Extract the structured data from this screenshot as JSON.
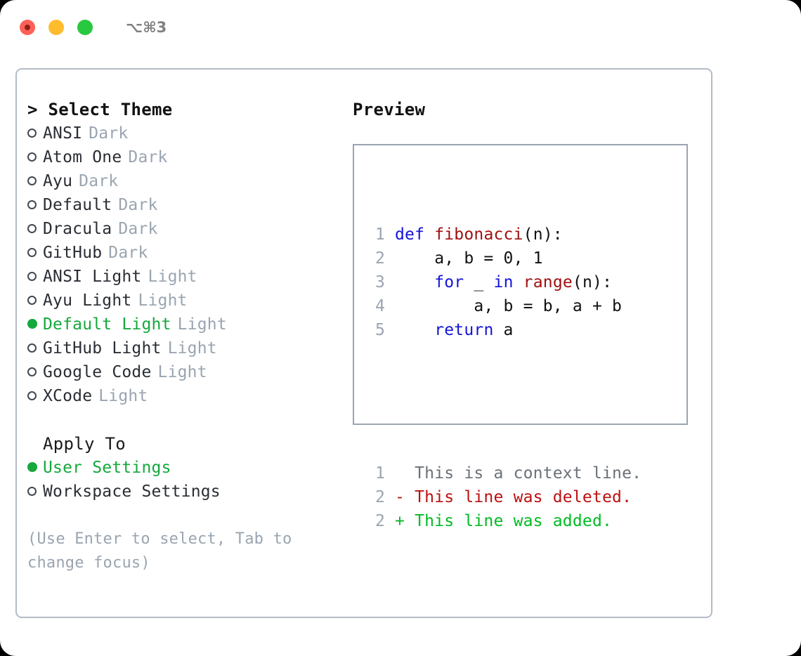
{
  "titlebar": {
    "shortcut": "⌥⌘3",
    "lights": [
      "close-light",
      "minimize-light",
      "maximize-light"
    ]
  },
  "theme_section": {
    "header": "> Select Theme",
    "options": [
      {
        "bullet": "o",
        "name": "ANSI",
        "kind": "Dark",
        "selected": false
      },
      {
        "bullet": "o",
        "name": "Atom One",
        "kind": "Dark",
        "selected": false
      },
      {
        "bullet": "o",
        "name": "Ayu",
        "kind": "Dark",
        "selected": false
      },
      {
        "bullet": "o",
        "name": "Default",
        "kind": "Dark",
        "selected": false
      },
      {
        "bullet": "o",
        "name": "Dracula",
        "kind": "Dark",
        "selected": false
      },
      {
        "bullet": "o",
        "name": "GitHub",
        "kind": "Dark",
        "selected": false
      },
      {
        "bullet": "o",
        "name": "ANSI Light",
        "kind": "Light",
        "selected": false
      },
      {
        "bullet": "o",
        "name": "Ayu Light",
        "kind": "Light",
        "selected": false
      },
      {
        "bullet": "●",
        "name": "Default Light",
        "kind": "Light",
        "selected": true
      },
      {
        "bullet": "o",
        "name": "GitHub Light",
        "kind": "Light",
        "selected": false
      },
      {
        "bullet": "o",
        "name": "Google Code",
        "kind": "Light",
        "selected": false
      },
      {
        "bullet": "o",
        "name": "XCode",
        "kind": "Light",
        "selected": false
      }
    ]
  },
  "apply_section": {
    "header": "Apply To",
    "options": [
      {
        "bullet": "●",
        "name": "User Settings",
        "kind": "",
        "selected": true
      },
      {
        "bullet": "o",
        "name": "Workspace Settings",
        "kind": "",
        "selected": false
      }
    ]
  },
  "hint": "(Use Enter to select, Tab to change focus)",
  "preview": {
    "title": "Preview",
    "code_lines": [
      {
        "num": "1",
        "tokens": [
          {
            "t": "def ",
            "c": "kw"
          },
          {
            "t": "fibonacci",
            "c": "fn"
          },
          {
            "t": "(n):",
            "c": "plain"
          }
        ]
      },
      {
        "num": "2",
        "tokens": [
          {
            "t": "    a, b = 0, 1",
            "c": "plain"
          }
        ]
      },
      {
        "num": "3",
        "tokens": [
          {
            "t": "    ",
            "c": "plain"
          },
          {
            "t": "for ",
            "c": "kw"
          },
          {
            "t": "_ ",
            "c": "plain"
          },
          {
            "t": "in ",
            "c": "kw"
          },
          {
            "t": "range",
            "c": "fn"
          },
          {
            "t": "(n):",
            "c": "plain"
          }
        ]
      },
      {
        "num": "4",
        "tokens": [
          {
            "t": "        a, b = b, a + b",
            "c": "plain"
          }
        ]
      },
      {
        "num": "5",
        "tokens": [
          {
            "t": "    ",
            "c": "plain"
          },
          {
            "t": "return ",
            "c": "kw"
          },
          {
            "t": "a",
            "c": "plain"
          }
        ]
      }
    ],
    "diff_lines": [
      {
        "num": "1",
        "tokens": [
          {
            "t": "  This is a context line.",
            "c": "ctx"
          }
        ]
      },
      {
        "num": "2",
        "tokens": [
          {
            "t": "- This line was deleted.",
            "c": "del"
          }
        ]
      },
      {
        "num": "2",
        "tokens": [
          {
            "t": "+ This line was added.",
            "c": "add"
          }
        ]
      }
    ]
  },
  "colors": {
    "selection_green": "#15a83c",
    "added_green": "#00bb22",
    "deleted_red": "#bb1111",
    "keyword_blue": "#1414d8",
    "function_red": "#a01010",
    "muted_gray": "#9aa5b1",
    "border_gray": "#b3bcc6"
  }
}
